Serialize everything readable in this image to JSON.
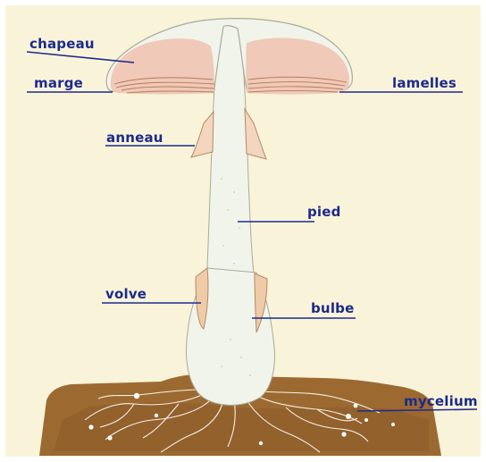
{
  "colors": {
    "background": "#f9f4d9",
    "label_text": "#1c2a8c",
    "leader_line": "#1c2a8c",
    "mushroom_flesh": "#f1f4ea",
    "gills": "#f0c9b8",
    "gill_lines": "#b77a5a",
    "soil": "#9c6a31",
    "soil_dark": "#6f4420",
    "mycelium": "#ffffff"
  },
  "labels": {
    "chapeau": "chapeau",
    "marge": "marge",
    "lamelles": "lamelles",
    "anneau": "anneau",
    "pied": "pied",
    "volve": "volve",
    "bulbe": "bulbe",
    "mycelium": "mycelium"
  }
}
